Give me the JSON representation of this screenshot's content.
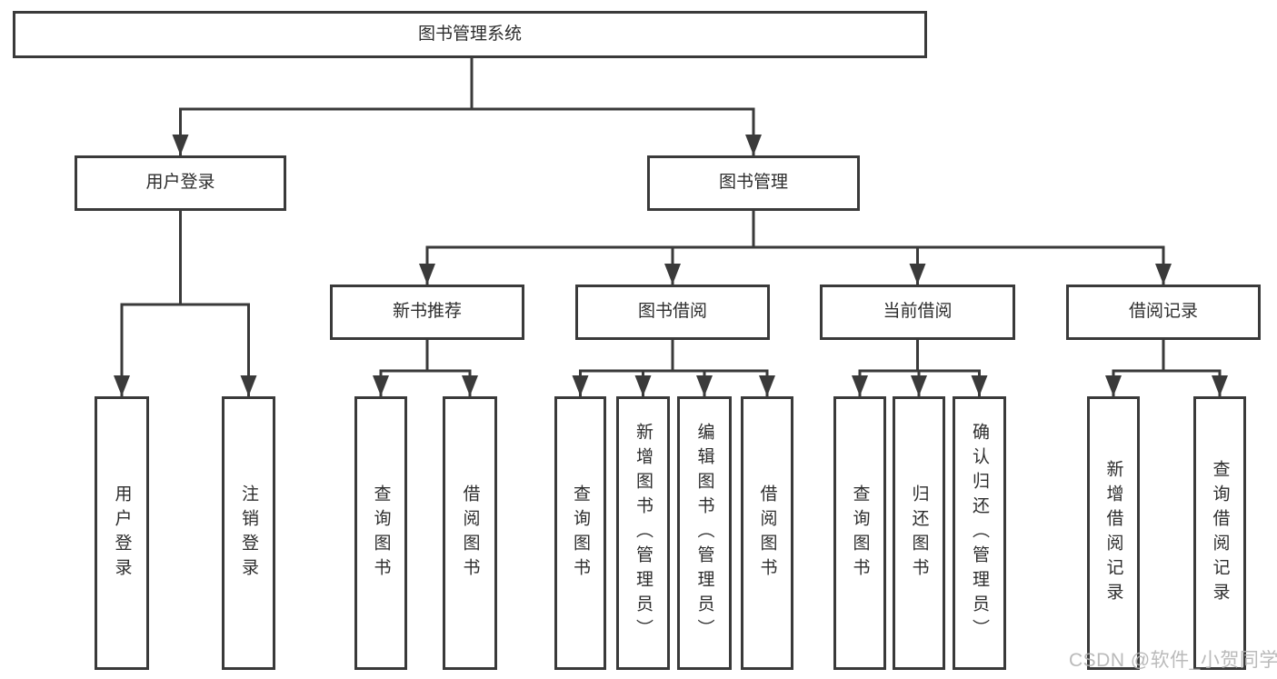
{
  "watermark": "CSDN @软件_小贺同学",
  "colors": {
    "line": "#3a3a3a",
    "box_border": "#3a3a3a",
    "text": "#2d2d2d",
    "watermark": "#b2b2b2",
    "background": "#ffffff"
  },
  "nodes": {
    "root": {
      "label": "图书管理系统"
    },
    "level2": [
      {
        "label": "用户登录"
      },
      {
        "label": "图书管理"
      }
    ],
    "level3": [
      {
        "label": "新书推荐",
        "parent": "图书管理"
      },
      {
        "label": "图书借阅",
        "parent": "图书管理"
      },
      {
        "label": "当前借阅",
        "parent": "图书管理"
      },
      {
        "label": "借阅记录",
        "parent": "图书管理"
      }
    ],
    "leaves": [
      {
        "label": "用户登录",
        "parent": "用户登录"
      },
      {
        "label": "注销登录",
        "parent": "用户登录"
      },
      {
        "label": "查询图书",
        "parent": "新书推荐"
      },
      {
        "label": "借阅图书",
        "parent": "新书推荐"
      },
      {
        "label": "查询图书",
        "parent": "图书借阅"
      },
      {
        "label": "新增图书（管理员）",
        "parent": "图书借阅"
      },
      {
        "label": "编辑图书（管理员）",
        "parent": "图书借阅"
      },
      {
        "label": "借阅图书",
        "parent": "图书借阅"
      },
      {
        "label": "查询图书",
        "parent": "当前借阅"
      },
      {
        "label": "归还图书",
        "parent": "当前借阅"
      },
      {
        "label": "确认归还（管理员）",
        "parent": "当前借阅"
      },
      {
        "label": "新增借阅记录",
        "parent": "借阅记录"
      },
      {
        "label": "查询借阅记录",
        "parent": "借阅记录"
      }
    ]
  }
}
